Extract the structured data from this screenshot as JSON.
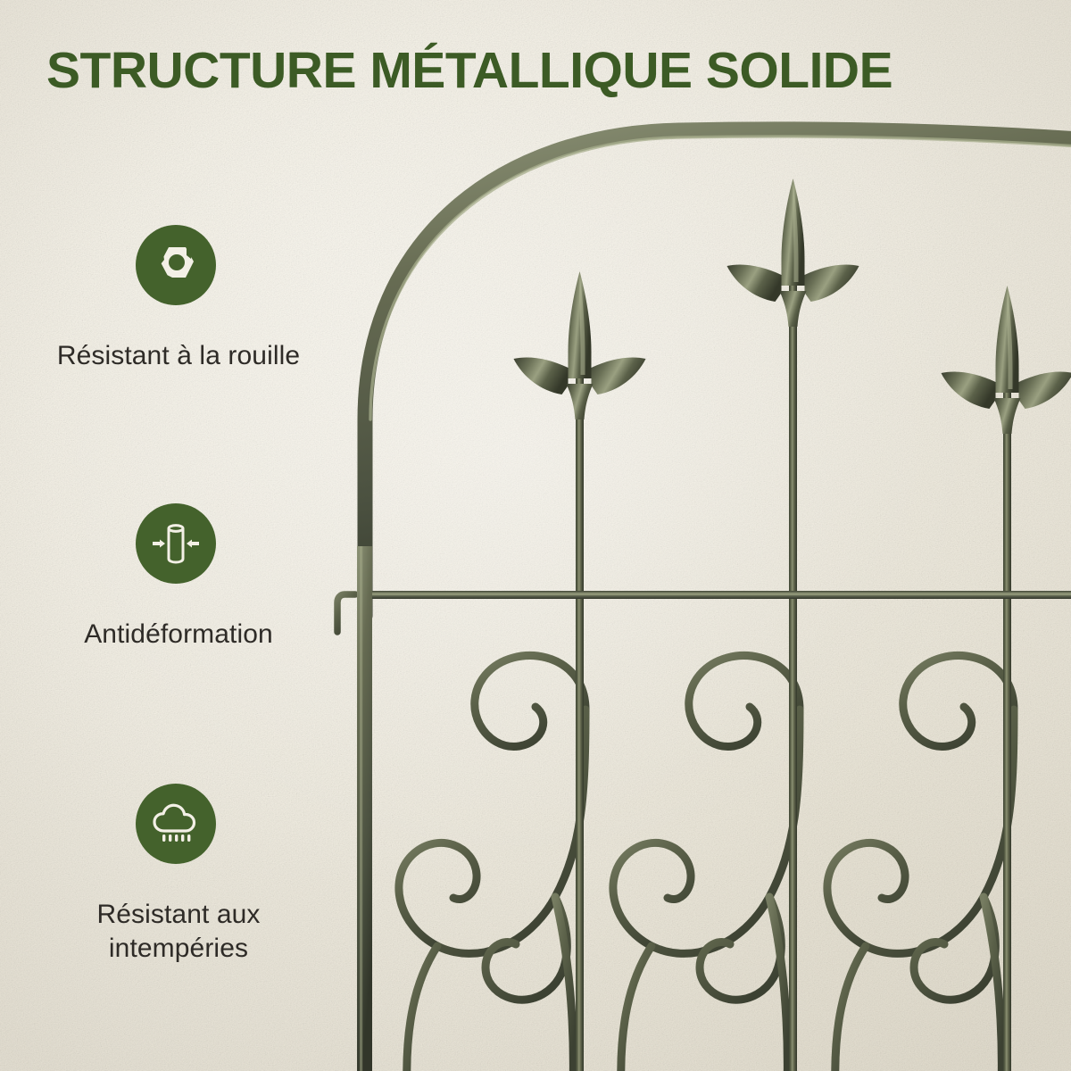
{
  "page": {
    "language": "fr",
    "background_color": "#f1ede1",
    "brand_green": "#3c5b25",
    "badge_green": "#44622c",
    "metal_color": "#5a5f47",
    "text_color": "#2e2b27"
  },
  "header": {
    "title": "STRUCTURE MÉTALLIQUE SOLIDE"
  },
  "features": [
    {
      "icon": "hex-nut-icon",
      "label_line1": "Résistant à la rouille",
      "label_line2": ""
    },
    {
      "icon": "compression-cylinder-icon",
      "label_line1": "Antidéformation",
      "label_line2": ""
    },
    {
      "icon": "rain-cloud-icon",
      "label_line1": "Résistant aux",
      "label_line2": "intempéries"
    }
  ],
  "product": {
    "name": "garden-trellis-arch-panel",
    "finish_color": "#5a5f47",
    "finial": "fleur-de-lis-finial",
    "panels": 3,
    "vertical_bars": 4,
    "scroll_motif": "double-spiral-scrollwork"
  }
}
